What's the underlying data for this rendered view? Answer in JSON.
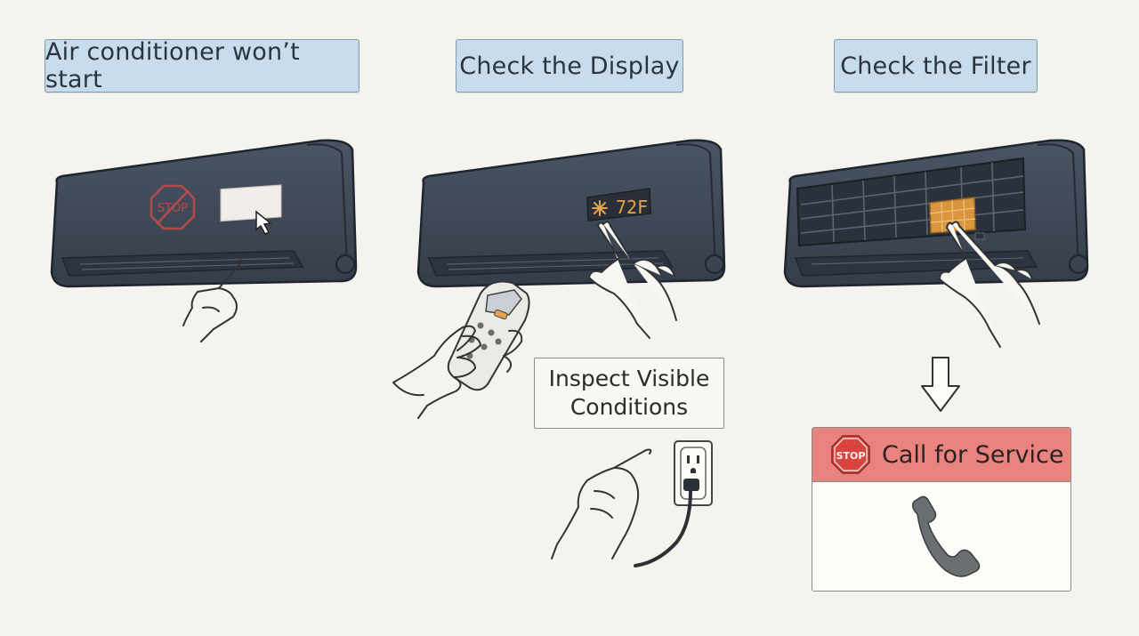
{
  "steps": [
    {
      "label": "Air conditioner won’t start"
    },
    {
      "label": "Check the Display"
    },
    {
      "label": "Check the Filter"
    }
  ],
  "unit1": {
    "stop_sign_text": "STOP"
  },
  "unit2": {
    "display_reading": "72F",
    "display_icon": "snowflake-icon"
  },
  "inspect": {
    "line1": "Inspect Visible",
    "line2": "Conditions"
  },
  "service": {
    "title": "Call for Service",
    "stop_text": "STOP",
    "icon": "phone-icon"
  },
  "colors": {
    "unit_body": "#3d4654",
    "label_bg": "#c9dceb",
    "service_header": "#e8837f",
    "display_amber": "#e8a24a"
  }
}
